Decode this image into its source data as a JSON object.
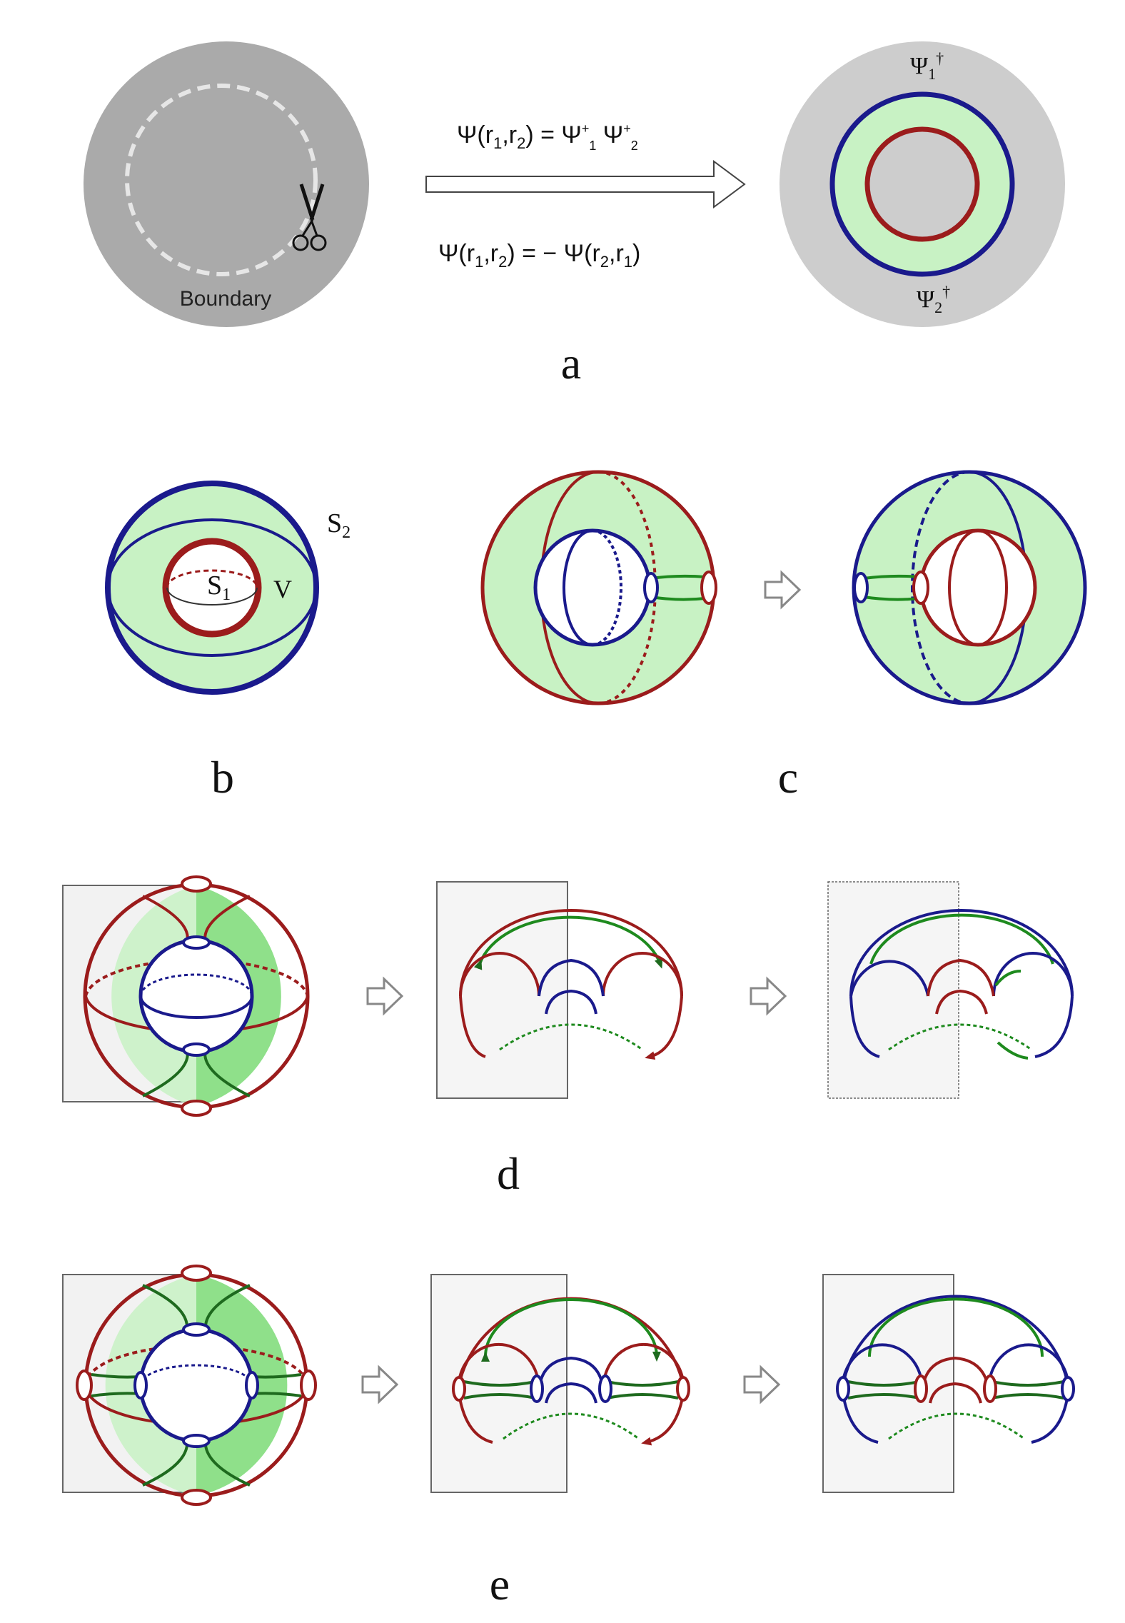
{
  "panel_a": {
    "boundary_label": "Boundary",
    "eq1": {
      "lhs": "Ψ(r",
      "s1": "1",
      "mid": ",r",
      "s2": "2",
      "rhs": ") = Ψ",
      "sup1": "+",
      "sub1": "1",
      "sp": " Ψ",
      "sup2": "+",
      "sub2": "2"
    },
    "eq2": {
      "lhs": "Ψ(r",
      "s1": "1",
      "mid": ",r",
      "s2": "2",
      "rhs": ") = − Ψ(r",
      "s3": "2",
      "mid2": ",r",
      "s4": "1",
      "end": ")"
    },
    "psi1": {
      "base": "Ψ",
      "sub": "1",
      "sup": "†"
    },
    "psi2": {
      "base": "Ψ",
      "sub": "2",
      "sup": "†"
    },
    "panel_letter": "a"
  },
  "panel_b": {
    "s1": {
      "base": "S",
      "sub": "1"
    },
    "s2": {
      "base": "S",
      "sub": "2"
    },
    "v": "V",
    "panel_letter": "b"
  },
  "panel_c": {
    "panel_letter": "c"
  },
  "panel_d": {
    "panel_letter": "d"
  },
  "panel_e": {
    "panel_letter": "e"
  },
  "colors": {
    "red": "#9b1c1c",
    "blue": "#1a1a8c",
    "green": "#1e8a1e",
    "light_green": "#c8f2c4",
    "mid_green": "#8fe08a",
    "gray_disk": "#aaaaaa",
    "light_gray_disk": "#cdcdcd",
    "box_fill": "#f5f5f5"
  }
}
